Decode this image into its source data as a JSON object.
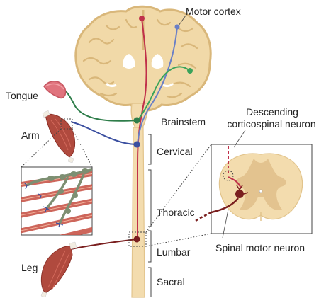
{
  "labels": {
    "motor_cortex": "Motor cortex",
    "tongue": "Tongue",
    "arm": "Arm",
    "leg": "Leg",
    "brainstem": "Brainstem",
    "cervical": "Cervical",
    "thoracic": "Thoracic",
    "lumbar": "Lumbar",
    "sacral": "Sacral",
    "descending_line1": "Descending",
    "descending_line2": "corticospinal neuron",
    "spinal_motor_neuron": "Spinal motor neuron"
  },
  "colors": {
    "brain_fill": "#f1d9a8",
    "brain_outline": "#d9b77a",
    "grey_matter": "#e3c38f",
    "spinal_cord": "#f3dcae",
    "tongue_neuron": "#2e7d4a",
    "arm_neuron": "#3b4fa0",
    "leg_neuron": "#7a1f1f",
    "cortex_red": "#c0304a",
    "cortex_blue": "#6a7fc6",
    "cortex_green": "#3aa35a",
    "muscle": "#b04a3e",
    "muscle_fiber": "#e8a08a",
    "inset_cluster": "#7d8f72",
    "tongue_color": "#e0737d"
  }
}
